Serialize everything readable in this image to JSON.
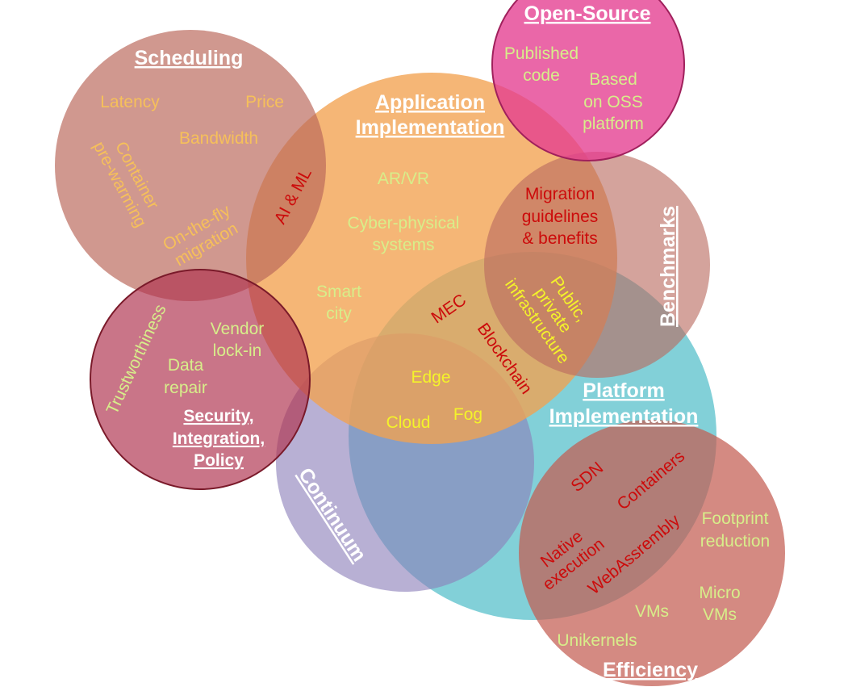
{
  "colors": {
    "scheduling": "#b9675a",
    "application": "#f2a24f",
    "open_source": "#e43c8f",
    "benchmarks": "#ba6a5f",
    "platform": "#3fb7c3",
    "continuum": "#8c7fb9",
    "security": "#b03450",
    "efficiency": "#c35d52",
    "text_light_green": "#d7ee8a",
    "text_orange": "#f6c05a",
    "text_red": "#cc0b0b",
    "text_yellow": "#f4f32a",
    "title_white": "#ffffff"
  },
  "titles": {
    "scheduling": "Scheduling",
    "application_1": "Application",
    "application_2": "Implementation",
    "open_source": "Open-Source",
    "benchmarks": "Benchmarks",
    "platform_1": "Platform",
    "platform_2": "Implementation",
    "continuum": "Continuum",
    "security_1": "Security,",
    "security_2": "Integration,",
    "security_3": "Policy",
    "efficiency": "Efficiency"
  },
  "scheduling": {
    "latency": "Latency",
    "price": "Price",
    "bandwidth": "Bandwidth",
    "container_1": "Container",
    "container_2": "pre-warming",
    "onthefly_1": "On-the-fly",
    "onthefly_2": "migration"
  },
  "overlap": {
    "ai_ml": "AI & ML",
    "migration_1": "Migration",
    "migration_2": "guidelines",
    "migration_3": "& benefits",
    "public_1": "Public,",
    "public_2": "private",
    "public_3": "infrastructure",
    "mec": "MEC",
    "blockchain": "Blockchain",
    "edge": "Edge",
    "fog": "Fog",
    "cloud": "Cloud"
  },
  "application": {
    "arvr": "AR/VR",
    "cyber_1": "Cyber-physical",
    "cyber_2": "systems",
    "smart_1": "Smart",
    "smart_2": "city"
  },
  "open_source": {
    "published_1": "Published",
    "published_2": "code",
    "based_1": "Based",
    "based_2": "on OSS",
    "based_3": "platform"
  },
  "security": {
    "trust": "Trustworthiness",
    "vendor_1": "Vendor",
    "vendor_2": "lock-in",
    "data_1": "Data",
    "data_2": "repair"
  },
  "efficiency": {
    "sdn": "SDN",
    "containers": "Containers",
    "native_1": "Native",
    "native_2": "execution",
    "wasm": "WebAssrembly",
    "footprint_1": "Footprint",
    "footprint_2": "reduction",
    "micro_1": "Micro",
    "micro_2": "VMs",
    "vms": "VMs",
    "unikernels": "Unikernels"
  }
}
